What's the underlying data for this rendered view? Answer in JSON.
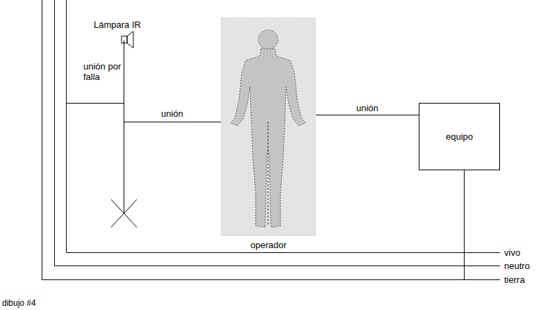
{
  "diagram": {
    "caption": "dibujo #4",
    "nodes": [
      {
        "text": [
          "operador"
        ]
      },
      {
        "text": [
          "equipo"
        ]
      }
    ],
    "edges": [
      {
        "from": 0,
        "to": 1,
        "arrow": "none",
        "label": "unión"
      }
    ],
    "labels": [
      "Lámpara IR",
      "unión por falla",
      "unión",
      "vivo",
      "neutro",
      "tierra"
    ]
  }
}
